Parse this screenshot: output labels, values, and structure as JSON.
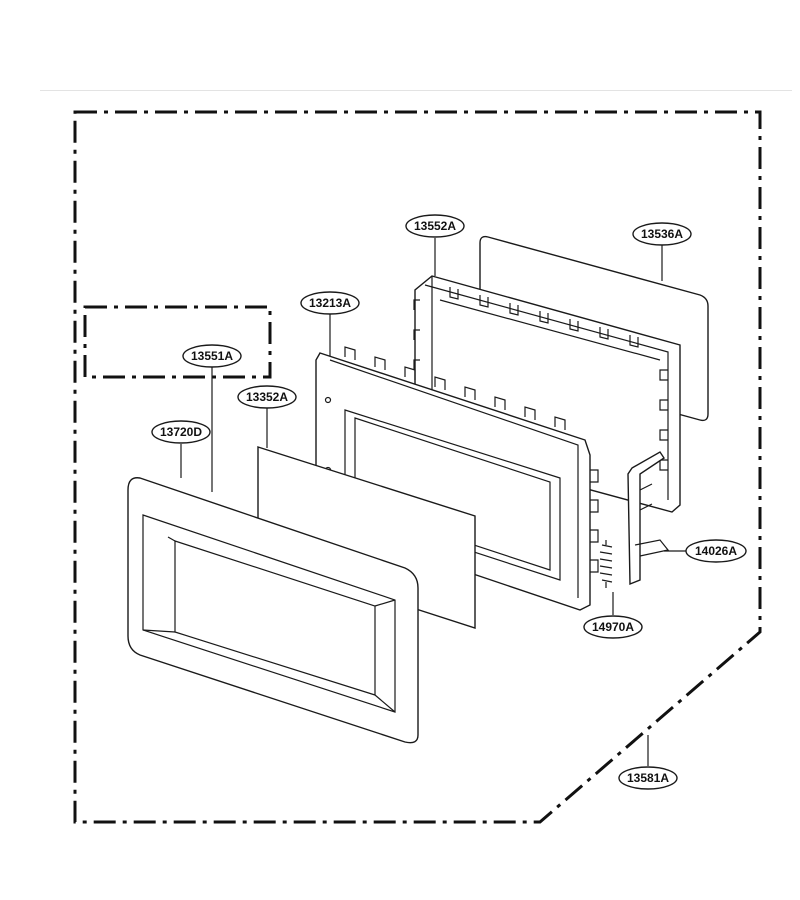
{
  "diagram": {
    "labels": {
      "door_frame_front": "13720D",
      "choke_cover": "13551A",
      "door_screen": "13352A",
      "door_panel": "13213A",
      "door_frame_inner": "13552A",
      "inner_cover": "13536A",
      "latch_hook": "14026A",
      "latch_spring": "14970A",
      "door_assembly": "13581A"
    },
    "colors": {
      "line": "#1a1a1a",
      "background": "#ffffff"
    }
  }
}
